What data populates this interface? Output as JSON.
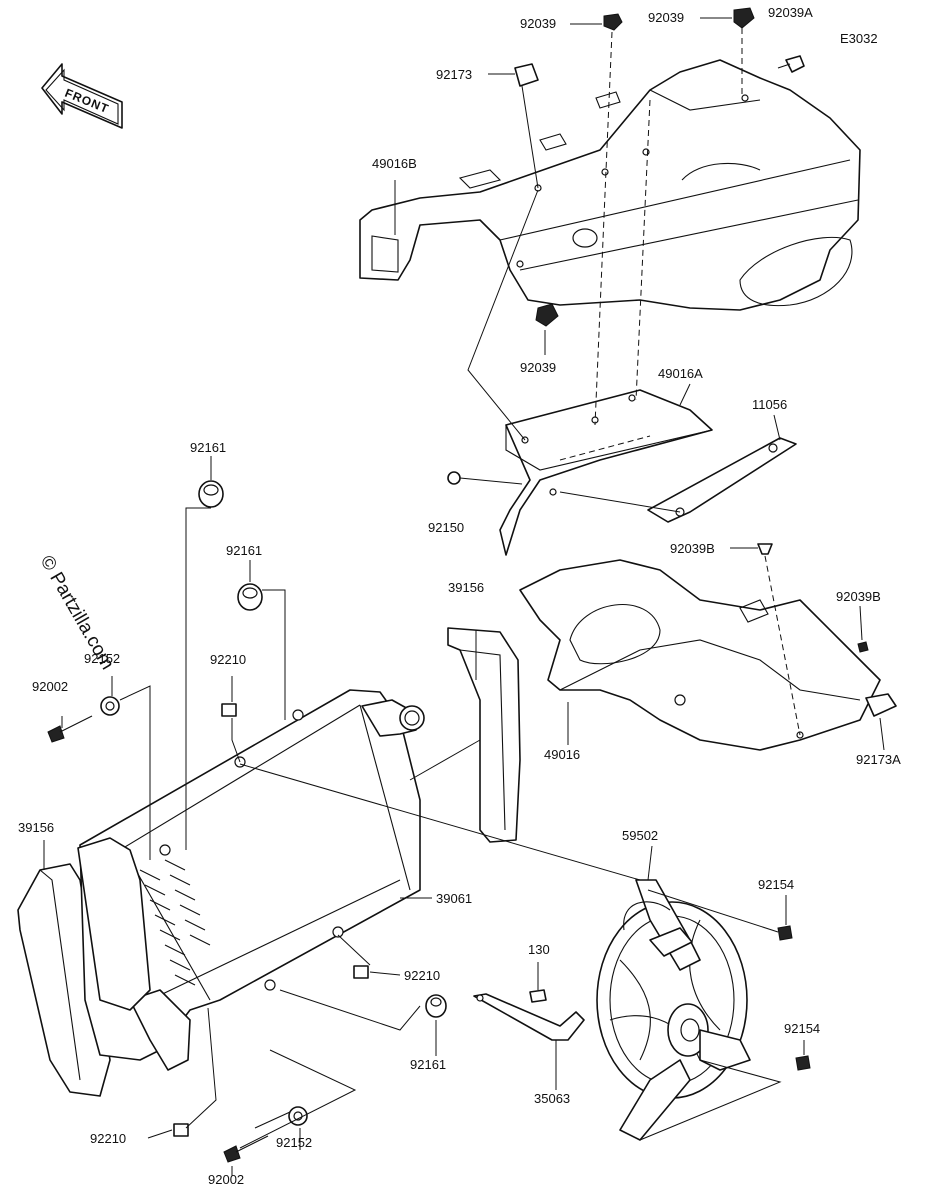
{
  "diagram_code": "E3032",
  "front_label": "FRONT",
  "watermark": "© Partzilla.com",
  "callouts": {
    "c_92039_a": "92039",
    "c_92039_b": "92039",
    "c_92039A": "92039A",
    "c_92173": "92173",
    "c_49016B": "49016B",
    "c_92039_c": "92039",
    "c_49016A": "49016A",
    "c_11056": "11056",
    "c_92150": "92150",
    "c_92039B_a": "92039B",
    "c_92039B_b": "92039B",
    "c_92161_a": "92161",
    "c_92161_b": "92161",
    "c_39156_a": "39156",
    "c_92210_a": "92210",
    "c_92152_a": "92152",
    "c_92002_a": "92002",
    "c_49016": "49016",
    "c_92173A": "92173A",
    "c_39156_b": "39156",
    "c_59502": "59502",
    "c_39061": "39061",
    "c_92154_a": "92154",
    "c_92210_b": "92210",
    "c_130": "130",
    "c_92161_c": "92161",
    "c_92154_b": "92154",
    "c_35063": "35063",
    "c_92210_c": "92210",
    "c_92152_b": "92152",
    "c_92002_b": "92002"
  }
}
